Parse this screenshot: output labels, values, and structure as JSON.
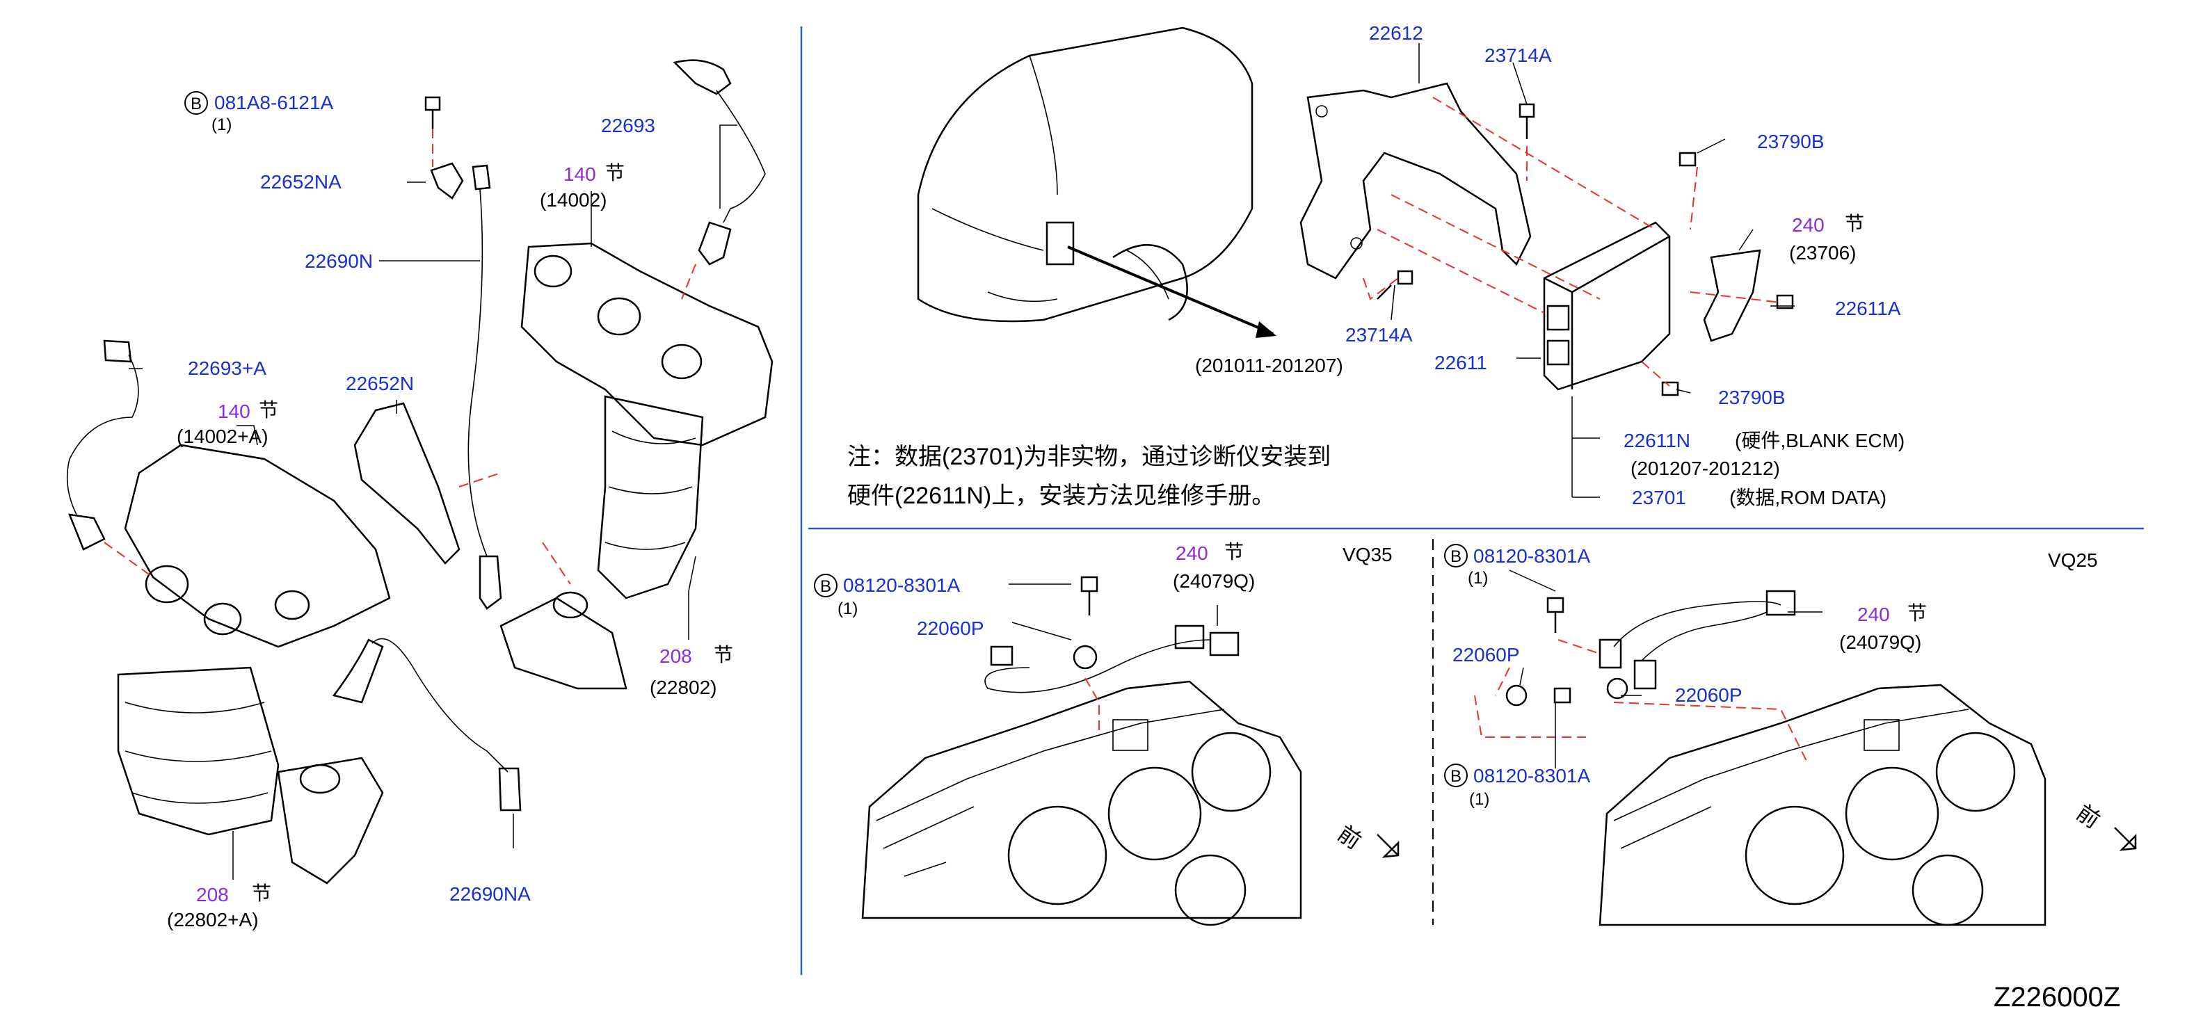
{
  "left": {
    "top_bolt": {
      "mark": "B",
      "number": "081A8-6121A",
      "qty": "(1)"
    },
    "bracket_upper": "22652NA",
    "sensor_22693": "22693",
    "sensor_upper": "22690N",
    "manifold_upper": {
      "section": "140",
      "section_word": "节",
      "part": "(14002)"
    },
    "sensor_22693_a": "22693+A",
    "bracket_lower": "22652N",
    "manifold_lower": {
      "section": "140",
      "section_word": "节",
      "part": "(14002+A)"
    },
    "converter_upper": {
      "section": "208",
      "section_word": "节",
      "part": "(22802)"
    },
    "converter_lower": {
      "section": "208",
      "section_word": "节",
      "part": "(22802+A)"
    },
    "sensor_lower": "22690NA"
  },
  "ecm": {
    "bracket_top": "22612",
    "bolt_top": "23714A",
    "nut_top": "23790B",
    "bracket_right": {
      "section": "240",
      "section_word": "节",
      "part": "(23706)"
    },
    "bolt_right": "22611A",
    "bolt_left": "23714A",
    "ecm_unit": "22611",
    "nut_bottom": "23790B",
    "date_range_car": "(201011-201207)",
    "ecm_blank": {
      "part": "22611N",
      "desc": "(硬件,BLANK   ECM)",
      "date": "(201207-201212)"
    },
    "ecm_data": {
      "part": "23701",
      "desc": "(数据,ROM   DATA)"
    },
    "note_line1": "注：数据(23701)为非实物，通过诊断仪安装到",
    "note_line2": "硬件(22611N)上，安装方法见维修手册。"
  },
  "vq35": {
    "engine": "VQ35",
    "bolt": {
      "mark": "B",
      "number": "08120-8301A",
      "qty": "(1)"
    },
    "knock_sensor": "22060P",
    "harness": {
      "section": "240",
      "section_word": "节",
      "part": "(24079Q)"
    },
    "front": "前"
  },
  "vq25": {
    "engine": "VQ25",
    "bolt_top": {
      "mark": "B",
      "number": "08120-8301A",
      "qty": "(1)"
    },
    "knock_sensor_left": "22060P",
    "knock_sensor_right": "22060P",
    "harness": {
      "section": "240",
      "section_word": "节",
      "part": "(24079Q)"
    },
    "bolt_bottom": {
      "mark": "B",
      "number": "08120-8301A",
      "qty": "(1)"
    },
    "front": "前"
  },
  "diagram_code": "Z226000Z"
}
